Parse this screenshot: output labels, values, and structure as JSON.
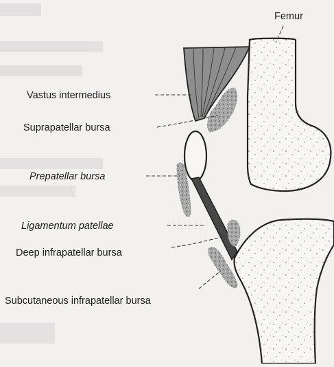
{
  "diagram": {
    "labels": {
      "femur": "Femur",
      "vastus_intermedius": "Vastus intermedius",
      "suprapatellar_bursa": "Suprapatellar bursa",
      "prepatellar_bursa": "Prepatellar bursa",
      "ligamentum_patellae": "Ligamentum patellae",
      "deep_infrapatellar_bursa": "Deep infrapatellar bursa",
      "subcutaneous_infrapatellar_bursa": "Subcutaneous infrapatellar bursa"
    },
    "colors": {
      "paper": "#f3f1ee",
      "outline": "#222222",
      "muscle_fill": "#8c8c8c",
      "bursa_fill": "#a9a9a9",
      "ligament_fill": "#444444"
    }
  }
}
